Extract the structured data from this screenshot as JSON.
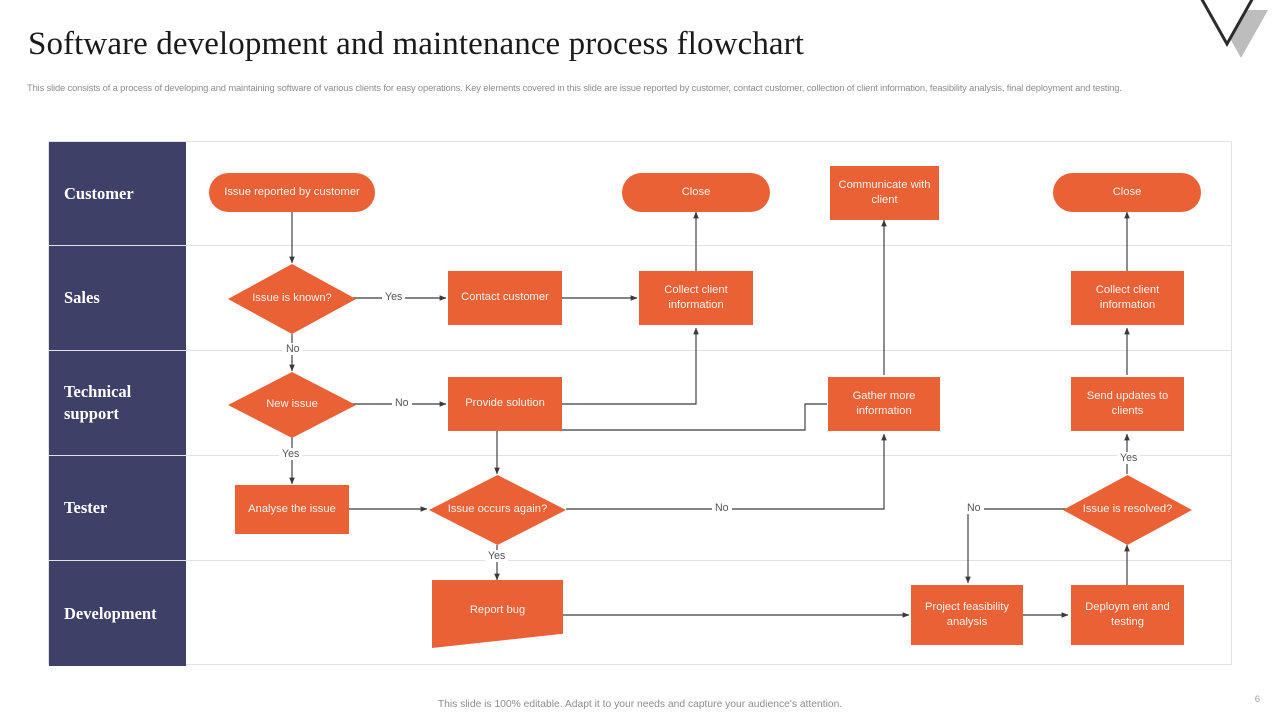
{
  "header": {
    "title": "Software development and maintenance process flowchart",
    "subtitle": "This slide consists of a process of developing and maintaining software of various clients for easy operations. Key elements covered in this slide are issue reported by customer, contact customer, collection of client information, feasibility analysis, final deployment and testing."
  },
  "logo": {
    "name": "double-triangle-logo"
  },
  "colors": {
    "accent": "#ea6136",
    "lane_header": "#3f4068",
    "grid": "#e2e2e6",
    "connector": "#3a3a3a",
    "muted_text": "#8d8d8d"
  },
  "lanes": [
    {
      "label": "Customer"
    },
    {
      "label": "Sales"
    },
    {
      "label": "Technical support"
    },
    {
      "label": "Tester"
    },
    {
      "label": "Development"
    }
  ],
  "nodes": [
    {
      "id": "issue-reported",
      "label": "Issue reported by customer",
      "shape": "pill",
      "lane": "Customer"
    },
    {
      "id": "close-1",
      "label": "Close",
      "shape": "pill",
      "lane": "Customer"
    },
    {
      "id": "communicate-client",
      "label": "Communicate with client",
      "shape": "rect",
      "lane": "Customer"
    },
    {
      "id": "close-2",
      "label": "Close",
      "shape": "pill",
      "lane": "Customer"
    },
    {
      "id": "issue-is-known",
      "label": "Issue is known?",
      "shape": "diamond",
      "lane": "Sales"
    },
    {
      "id": "contact-customer",
      "label": "Contact customer",
      "shape": "rect",
      "lane": "Sales"
    },
    {
      "id": "collect-client-1",
      "label": "Collect client information",
      "shape": "rect",
      "lane": "Sales"
    },
    {
      "id": "collect-client-2",
      "label": "Collect client information",
      "shape": "rect",
      "lane": "Sales"
    },
    {
      "id": "new-issue",
      "label": "New issue",
      "shape": "diamond",
      "lane": "Technical support"
    },
    {
      "id": "provide-solution",
      "label": "Provide solution",
      "shape": "rect",
      "lane": "Technical support"
    },
    {
      "id": "gather-more-info",
      "label": "Gather more information",
      "shape": "rect",
      "lane": "Technical support"
    },
    {
      "id": "send-updates",
      "label": "Send updates to clients",
      "shape": "rect",
      "lane": "Technical support"
    },
    {
      "id": "analyse-issue",
      "label": "Analyse the issue",
      "shape": "rect",
      "lane": "Tester"
    },
    {
      "id": "issue-occurs-again",
      "label": "Issue occurs again?",
      "shape": "diamond",
      "lane": "Tester"
    },
    {
      "id": "issue-is-resolved",
      "label": "Issue is resolved?",
      "shape": "diamond",
      "lane": "Tester"
    },
    {
      "id": "report-bug",
      "label": "Report bug",
      "shape": "trapezoid",
      "lane": "Development"
    },
    {
      "id": "project-feasibility",
      "label": "Project feasibility analysis",
      "shape": "rect",
      "lane": "Development"
    },
    {
      "id": "deployment-testing",
      "label": "Deploym ent and testing",
      "shape": "rect",
      "lane": "Development"
    }
  ],
  "edge_labels": [
    {
      "id": "yes-issue-known",
      "text": "Yes"
    },
    {
      "id": "no-issue-known",
      "text": "No"
    },
    {
      "id": "no-new-issue",
      "text": "No"
    },
    {
      "id": "yes-new-issue",
      "text": "Yes"
    },
    {
      "id": "yes-occurs-again",
      "text": "Yes"
    },
    {
      "id": "no-occurs-again",
      "text": "No"
    },
    {
      "id": "no-is-resolved",
      "text": "No"
    },
    {
      "id": "yes-is-resolved",
      "text": "Yes"
    }
  ],
  "footer": {
    "note": "This slide is 100% editable. Adapt it to your needs and capture your audience's attention.",
    "page_number": "6"
  }
}
